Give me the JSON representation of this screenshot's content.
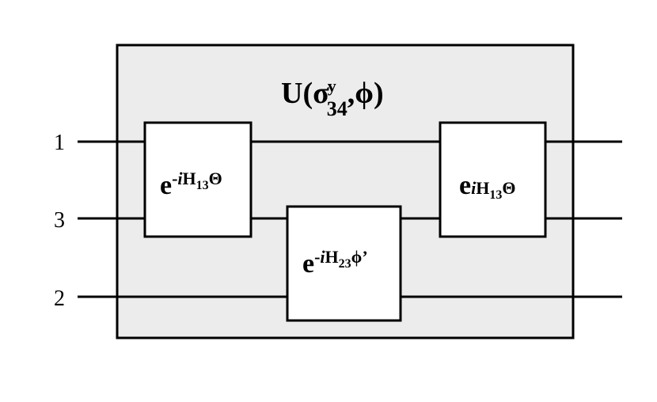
{
  "diagram": {
    "title": {
      "prefix": "U(",
      "sigma": "σ",
      "sigma_sub": "34",
      "sigma_sup": "y",
      "comma_phi": ",ϕ)"
    },
    "wire_labels": [
      "1",
      "3",
      "2"
    ],
    "gates": [
      {
        "base": "e",
        "sup_a": "-",
        "sup_i": "i",
        "sup_H": "H",
        "sub": "13",
        "sup_tail": "Θ"
      },
      {
        "base": "e",
        "sup_a": "-",
        "sup_i": "i",
        "sup_H": "H",
        "sub": "23",
        "sup_tail": "ϕ’"
      },
      {
        "base": "e",
        "sup_a": "",
        "sup_i": "i",
        "sup_H": "H",
        "sub": "13",
        "sup_tail": "Θ"
      }
    ],
    "colors": {
      "outer_box_fill": "#ececec",
      "line": "#000000",
      "gate_fill": "#ffffff"
    }
  }
}
